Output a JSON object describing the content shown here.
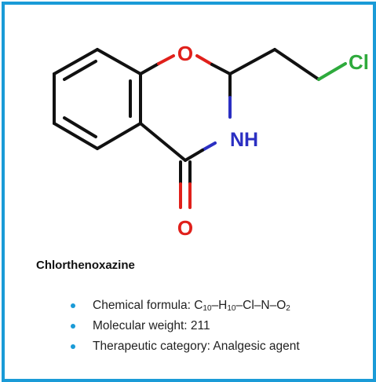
{
  "structure": {
    "atoms": {
      "oxygen_ring": "O",
      "nitrogen": "NH",
      "oxygen_carbonyl": "O",
      "chlorine": "Cl"
    },
    "colors": {
      "bond": "#111111",
      "oxygen": "#e0201b",
      "nitrogen": "#2b2fc2",
      "chlorine": "#2eaa3c",
      "border": "#1a9bd7"
    }
  },
  "compound": {
    "name": "Chlorthenoxazine"
  },
  "properties": {
    "formula_label": "Chemical formula: ",
    "formula_parts": {
      "c": "C",
      "c_count": "10",
      "sep1": "–",
      "h": "H",
      "h_count": "10",
      "rest": "–Cl–N–O",
      "o_count": "2"
    },
    "weight": "Molecular weight: 211",
    "category": "Therapeutic category: Analgesic agent"
  }
}
